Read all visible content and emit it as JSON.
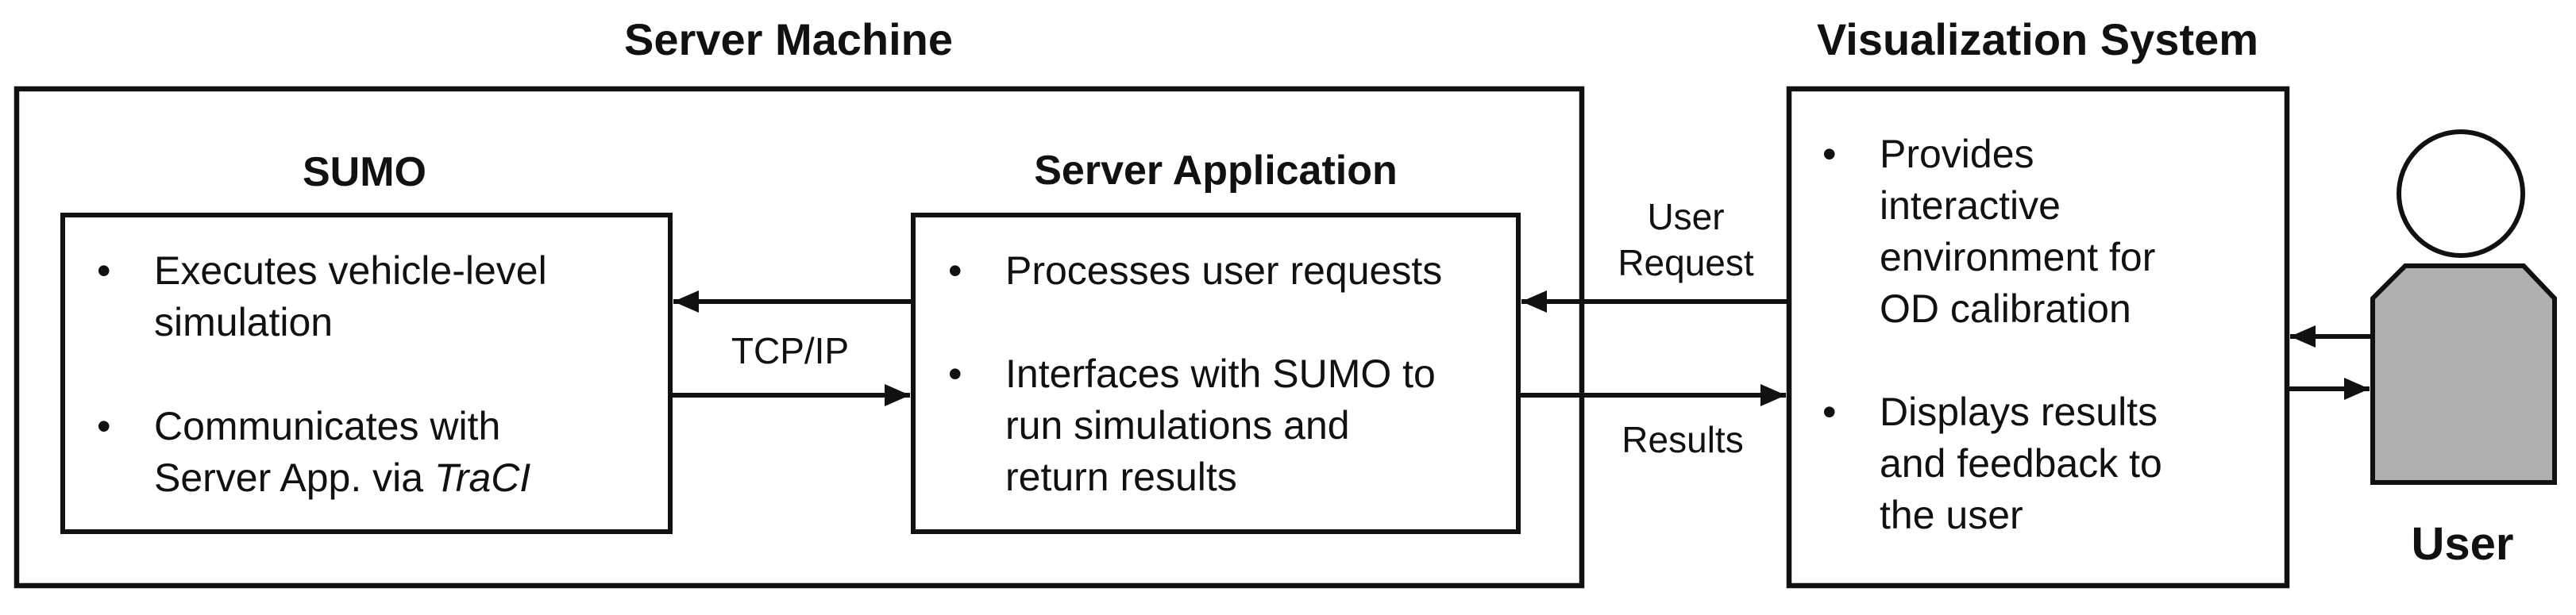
{
  "colors": {
    "stroke": "#111111",
    "text": "#111111",
    "user_body_fill": "#b0b0b0",
    "background": "#ffffff"
  },
  "server_machine": {
    "title": "Server Machine"
  },
  "sumo": {
    "title": "SUMO",
    "bullets": [
      {
        "lines": [
          "Executes vehicle-level",
          "simulation"
        ]
      },
      {
        "lines": [
          "Communicates with",
          "Server App. via"
        ],
        "italic_suffix": "TraCI"
      }
    ]
  },
  "server_application": {
    "title": "Server Application",
    "bullets": [
      {
        "lines": [
          "Processes user requests"
        ]
      },
      {
        "lines": [
          "Interfaces with SUMO to",
          "run simulations and",
          "return results"
        ]
      }
    ]
  },
  "visualization_system": {
    "title": "Visualization System",
    "bullets": [
      {
        "lines": [
          "Provides",
          "interactive",
          "environment for",
          "OD calibration"
        ]
      },
      {
        "lines": [
          "Displays results",
          "and feedback to",
          "the user"
        ]
      }
    ]
  },
  "connections": {
    "tcp_ip": "TCP/IP",
    "user_request": [
      "User",
      "Request"
    ],
    "results": "Results"
  },
  "user": {
    "label": "User",
    "icon": "person-icon"
  },
  "bullet_glyph": "•"
}
